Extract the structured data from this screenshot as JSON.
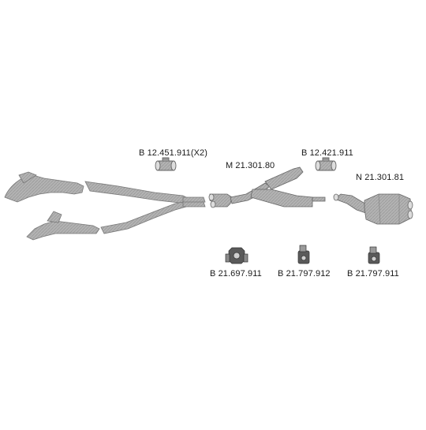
{
  "parts": {
    "clamp_front": "B 12.451.911(X2)",
    "middle_pipe": "M 21.301.80",
    "clamp_rear": "B 12.421.911",
    "rear_silencer": "N 21.301.81",
    "hanger_1": "B 21.697.911",
    "hanger_2": "B 21.797.912",
    "hanger_3": "B 21.797.911"
  },
  "colors": {
    "part_fill": "#a9a9a9",
    "part_stroke": "#6e6e6e",
    "label_text": "#1a1a1a"
  }
}
